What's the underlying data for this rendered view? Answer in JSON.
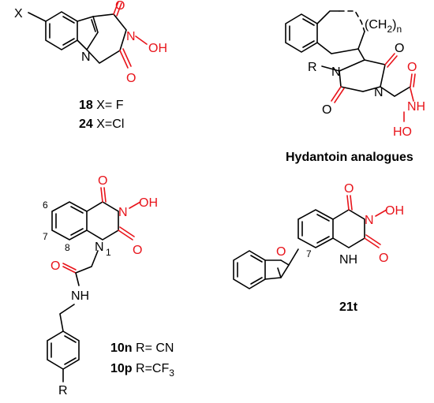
{
  "colors": {
    "bond": "#000000",
    "heteroatom": "#e8141b",
    "background": "#ffffff"
  },
  "compound_18_24": {
    "x_label": "X",
    "n_label": "N",
    "n_oh": "N",
    "oh_label": "OH",
    "o1": "O",
    "o2": "O",
    "caption_1_id": "18",
    "caption_1_rest": " X= F",
    "caption_2_id": "24",
    "caption_2_rest": " X=Cl"
  },
  "hydantoin": {
    "ch2n_label": "(CH",
    "ch2n_sub": "2",
    "ch2n_close": ")",
    "ch2n_n": "n",
    "r_label": "R",
    "n1": "N",
    "n2": "N",
    "o_ring_top": "O",
    "o_ring_bottom": "O",
    "o_acyl": "O",
    "nh": "NH",
    "oh": "HO",
    "title": "Hydantoin analogues"
  },
  "compound_10": {
    "o_top": "O",
    "n3": "N",
    "oh": "OH",
    "o2": "O",
    "n1": "N",
    "num_1": "1",
    "num_6": "6",
    "num_7": "7",
    "num_8": "8",
    "o_amide": "O",
    "nh": "NH",
    "r": "R",
    "caption_1_id": "10n",
    "caption_1_rest": " R= CN",
    "caption_2_id": "10p",
    "caption_2_rest": " R=CF",
    "caption_2_sub": "3"
  },
  "compound_21t": {
    "o_furan": "O",
    "num_7": "7",
    "o_top": "O",
    "n3": "N",
    "oh": "OH",
    "o2": "O",
    "nh": "NH",
    "caption": "21t"
  }
}
